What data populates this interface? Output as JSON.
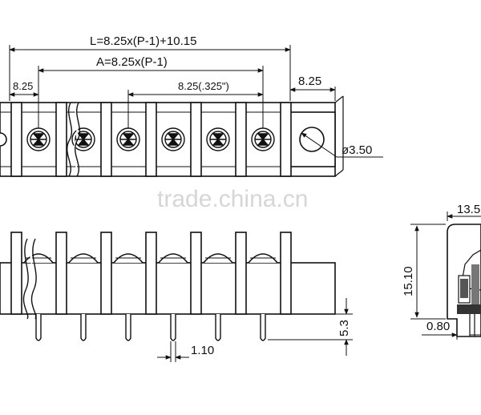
{
  "dimensions": {
    "overall_length": "L=8.25x(P-1)+10.15",
    "pitch_span": "A=8.25x(P-1)",
    "end_pitch_left": "8.25",
    "pitch_inch": "8.25(.325\")",
    "end_width_right": "8.25",
    "hole_diameter": "ø3.50",
    "pin_width": "1.10",
    "pin_length": "5.3",
    "side_height": "15.10",
    "side_offset": "0.80",
    "side_depth_partial": "13.5"
  },
  "watermark": "trade.china.cn",
  "colors": {
    "line": "#111111",
    "background": "#ffffff",
    "watermark": "#d6d6d6"
  }
}
